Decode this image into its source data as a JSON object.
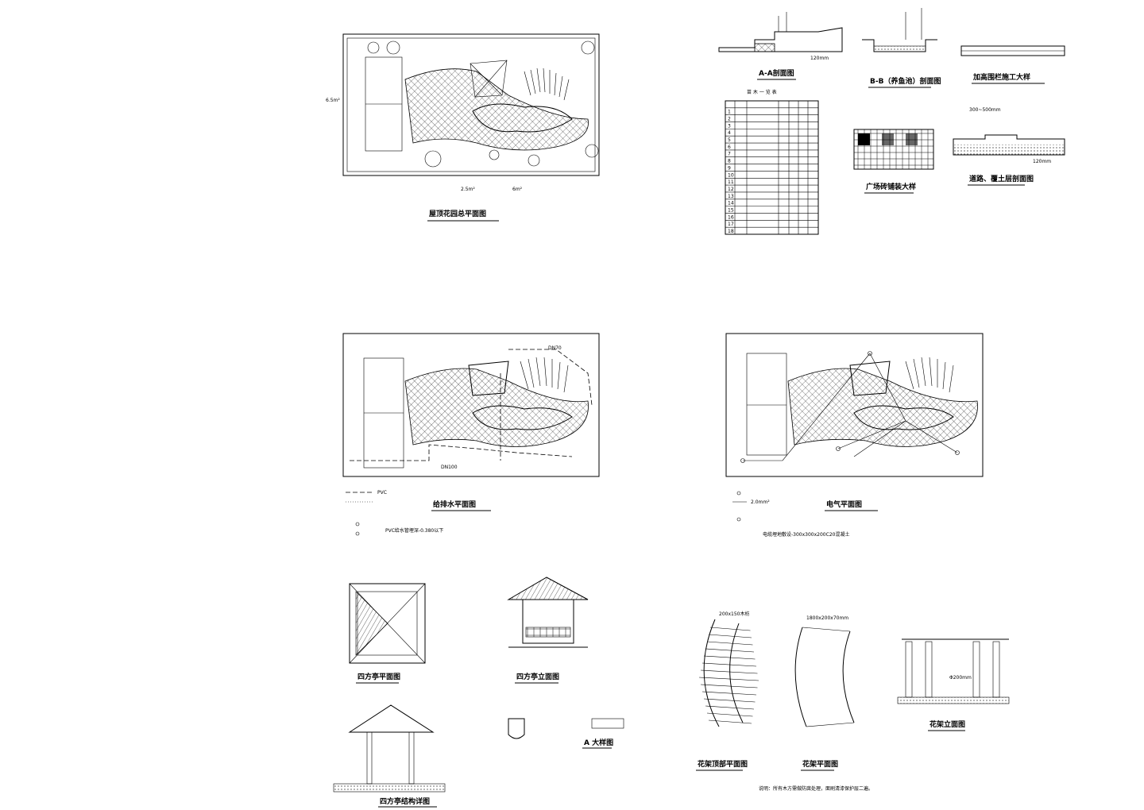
{
  "drawings": {
    "roof_garden_plan": "屋顶花园总平面图",
    "section_aa": "A-A剖面图",
    "section_bb": "B-B（养鱼池）剖面图",
    "railing_detail": "加高围栏施工大样",
    "plaza_paving_detail": "广场砖铺装大样",
    "path_section": "道路、覆土层剖面图",
    "drainage_plan": "给排水平面图",
    "electrical_plan": "电气平面图",
    "pavilion_plan": "四方亭平面图",
    "pavilion_elevation": "四方亭立面图",
    "pavilion_structure": "四方亭结构详图",
    "detail_a": "A 大样图",
    "trellis_top_plan": "花架顶部平面图",
    "trellis_plan": "花架平面图",
    "trellis_elevation": "花架立面图"
  },
  "plant_table": {
    "title": "苗 木 一 览 表",
    "rows": [
      "1",
      "2",
      "3",
      "4",
      "5",
      "6",
      "7",
      "8",
      "9",
      "10",
      "11",
      "12",
      "13",
      "14",
      "15",
      "16",
      "17",
      "18"
    ]
  },
  "annotations": {
    "area_6_5": "6.5m²",
    "area_2_5": "2.5m²",
    "area_6": "6m²",
    "dn70": "DN70",
    "dn100": "DN100",
    "dim_120": "120mm",
    "dim_300_500": "300~500mm",
    "dim_200x150": "200x150木枋",
    "dim_1800": "1800x200x70mm",
    "dim_200": "Φ200mm",
    "pvc_note": "PVC",
    "elec_note": "2.0mm²",
    "drainage_note": "PVC给水管埋深-0.380以下",
    "electrical_note": "电缆埋地敷设-300x300x200C20混凝土",
    "trellis_note": "说明：所有木方需做防腐处理，面刷清漆保护层二遍。"
  }
}
